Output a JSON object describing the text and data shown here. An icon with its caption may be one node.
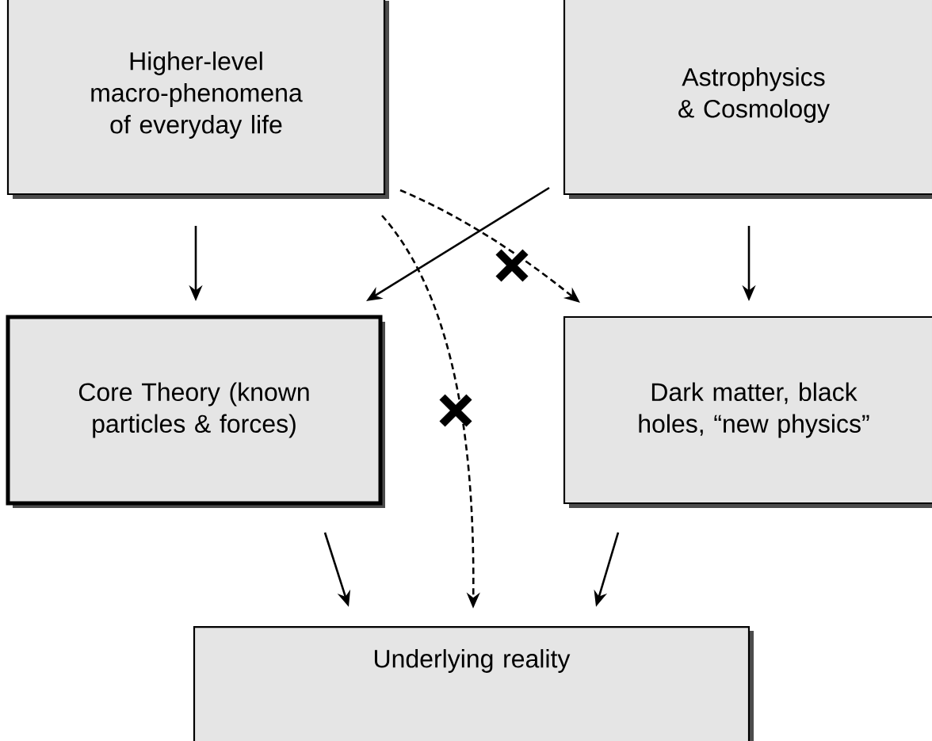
{
  "diagram": {
    "nodes": [
      {
        "text": [
          "Higher-level macro-phenomena of everyday life"
        ]
      },
      {
        "text": [
          "Astrophysics & Cosmology"
        ]
      },
      {
        "text": [
          "Core Theory (known particles & forces)"
        ]
      },
      {
        "text": [
          "Dark matter, black holes, “new physics”"
        ]
      },
      {
        "text": [
          "Underlying reality"
        ]
      }
    ],
    "edges": [
      {
        "from": 0,
        "to": 2,
        "arrow": "to"
      },
      {
        "from": 1,
        "to": 3,
        "arrow": "to"
      },
      {
        "from": 1,
        "to": 2,
        "arrow": "to"
      },
      {
        "from": 0,
        "to": 3,
        "arrow": "to",
        "style": "dashed"
      },
      {
        "from": 0,
        "to": 4,
        "arrow": "to",
        "style": "dashed"
      },
      {
        "from": 2,
        "to": 4,
        "arrow": "to"
      },
      {
        "from": 3,
        "to": 4,
        "arrow": "to"
      }
    ]
  }
}
